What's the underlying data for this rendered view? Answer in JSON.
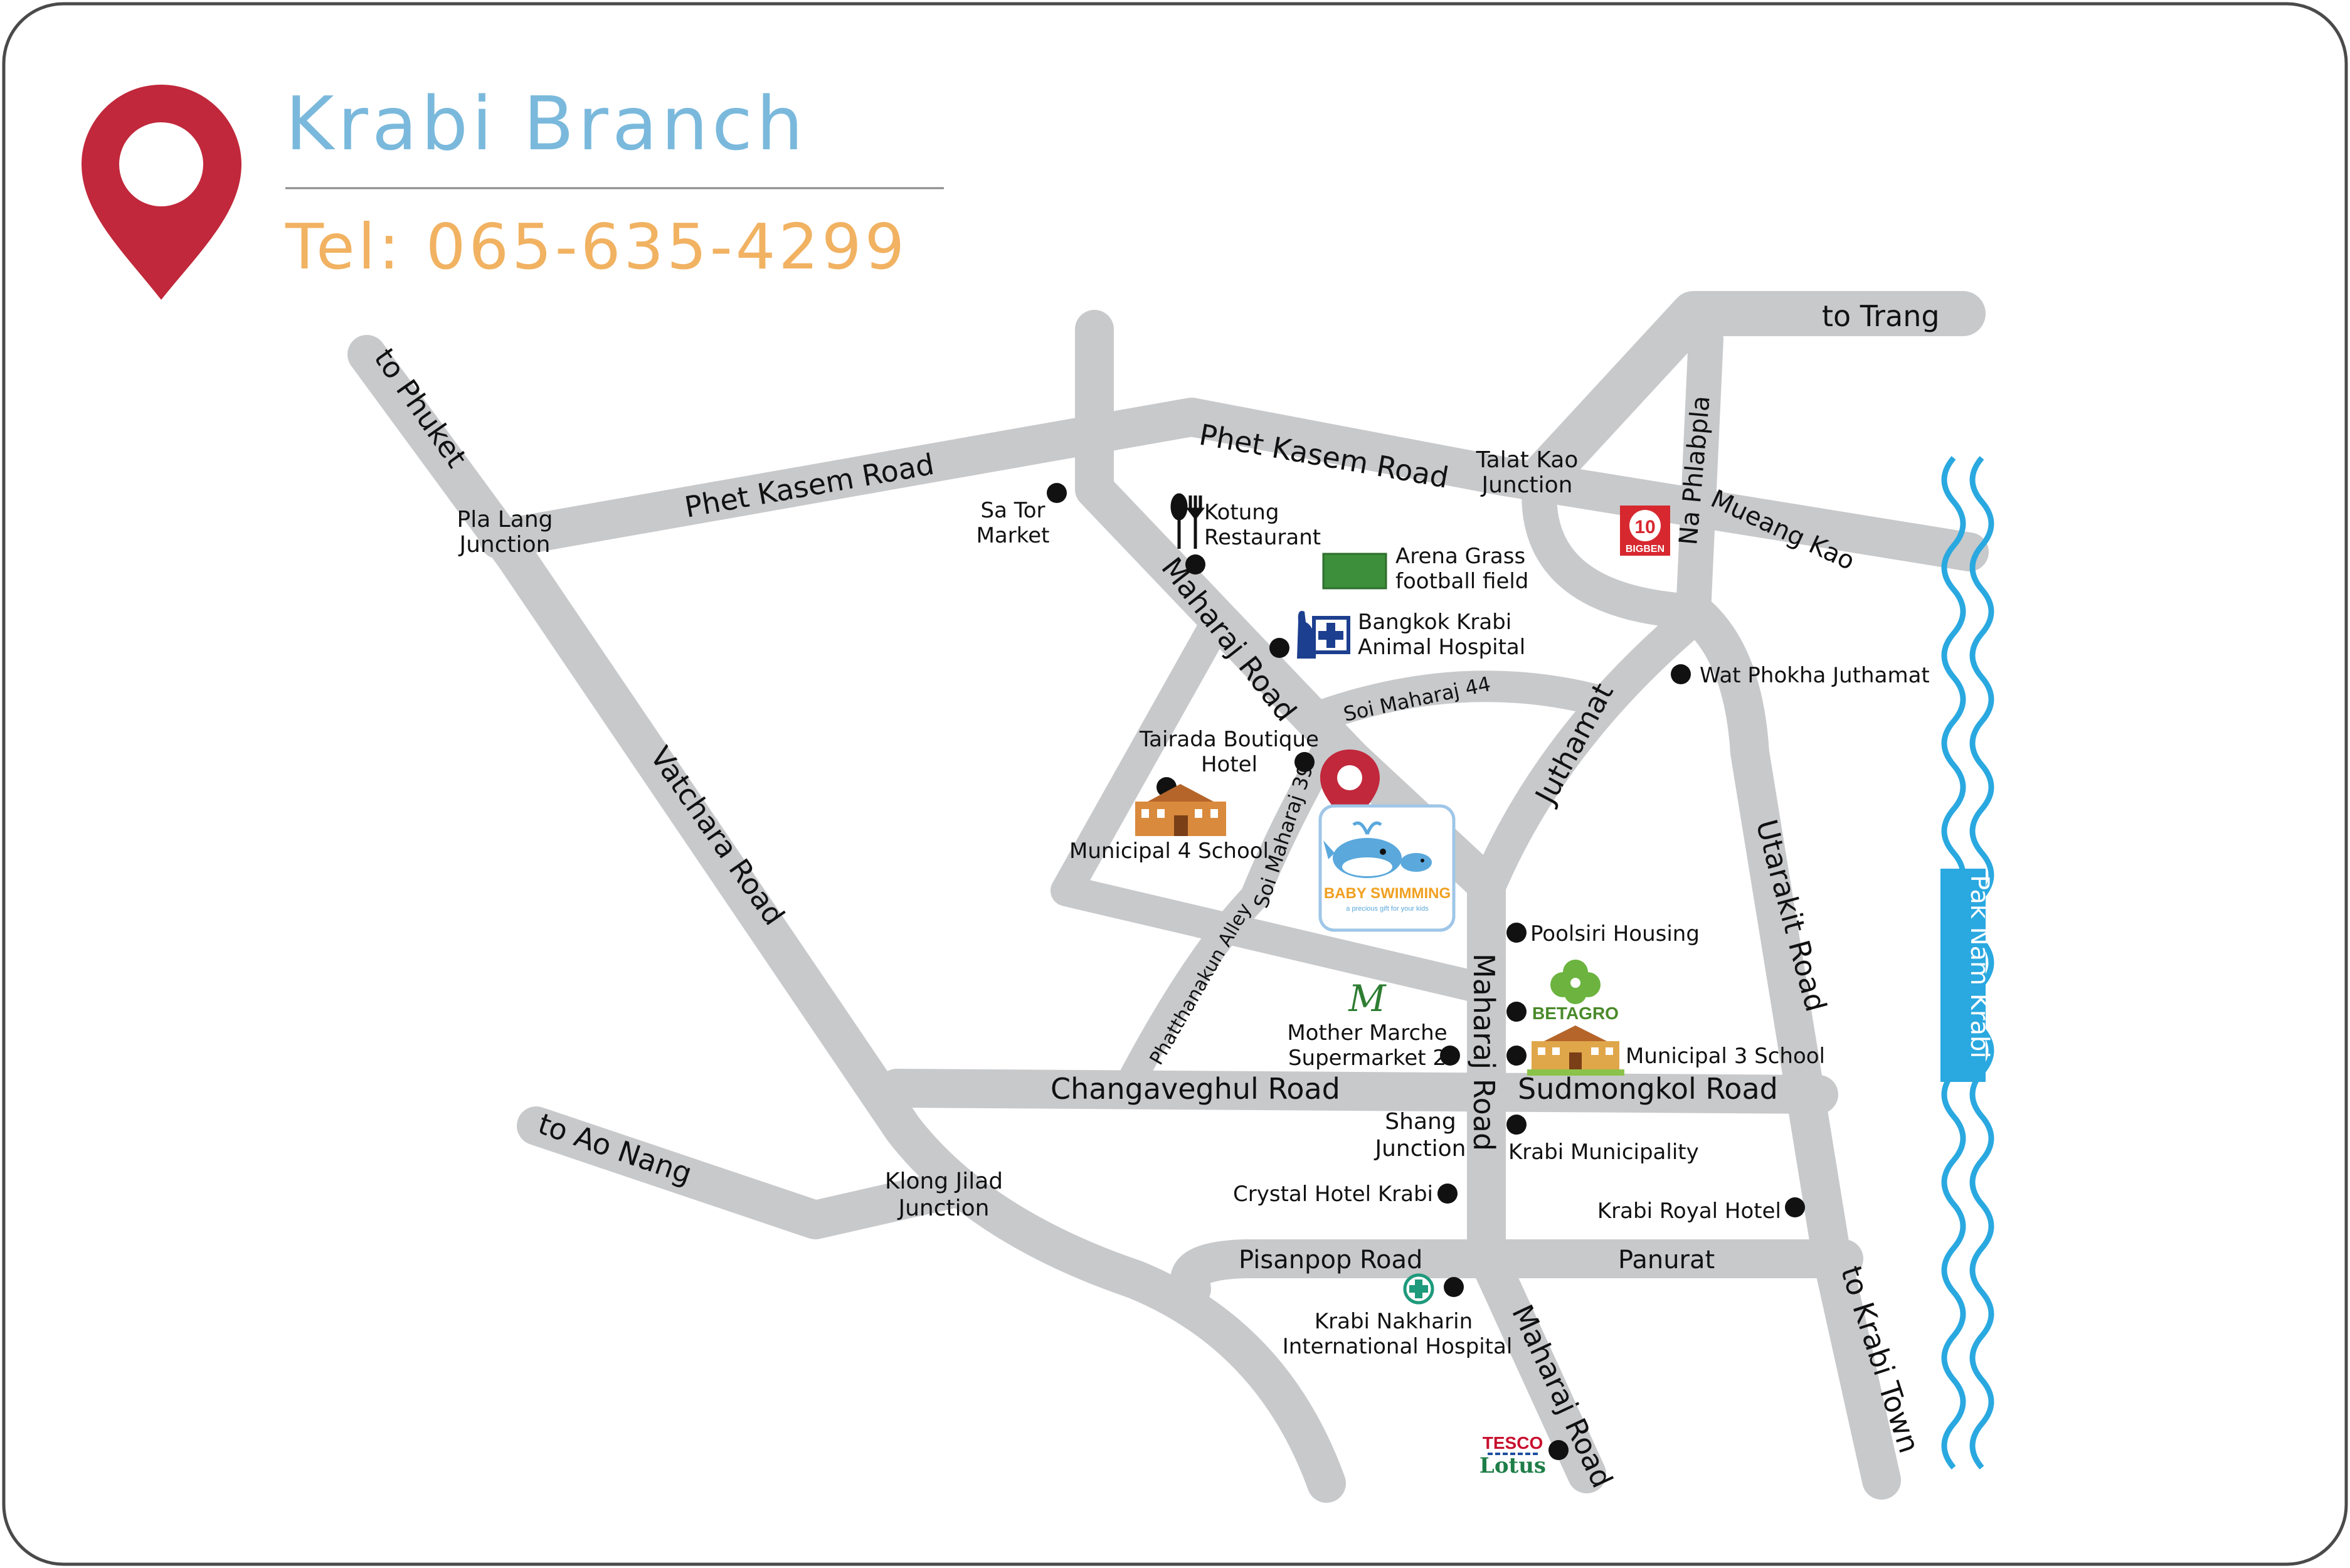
{
  "header": {
    "title": "Krabi Branch",
    "phone": "Tel: 065-635-4299",
    "title_color": "#7ab9dc",
    "phone_color": "#f1b262",
    "pin_color": "#c1283b"
  },
  "roads": {
    "phet_kasem_left": "Phet Kasem Road",
    "phet_kasem_right": "Phet Kasem Road",
    "vatchara": "Vatchara Road",
    "maharaj_north": "Maharaj Road",
    "maharaj_mid": "Maharaj Road",
    "maharaj_south": "Maharaj Road",
    "changaveghul": "Changaveghul Road",
    "sudmongkol": "Sudmongkol Road",
    "pisanpop": "Pisanpop Road",
    "panurat": "Panurat",
    "juthamat": "Juthamat",
    "utarakit": "Utarakit Road",
    "na_phlabpla": "Na Phlabpla",
    "mueang_kao": "Mueang Kao",
    "soi_maharaj_44": "Soi Maharaj 44",
    "soi_maharaj_39": "Soi Maharaj 39",
    "phatthanakun_alley": "Phatthanakun Alley",
    "to_phuket": "to Phuket",
    "to_trang": "to Trang",
    "to_ao_nang": "to Ao Nang",
    "to_krabi_town": "to Krabi Town"
  },
  "junctions": {
    "pla_lang": [
      "Pla Lang",
      "Junction"
    ],
    "talat_kao": [
      "Talat Kao",
      "Junction"
    ],
    "klong_jilad": [
      "Klong Jilad",
      "Junction"
    ],
    "shang": [
      "Shang",
      "Junction"
    ]
  },
  "places": {
    "sa_tor": [
      "Sa Tor",
      "Market"
    ],
    "kotung": [
      "Kotung",
      "Restaurant"
    ],
    "arena": [
      "Arena Grass",
      "football field"
    ],
    "bangkok_krabi": [
      "Bangkok Krabi",
      "Animal Hospital"
    ],
    "wat_phokha": "Wat Phokha Juthamat",
    "tairada": [
      "Tairada Boutique",
      "Hotel"
    ],
    "municipal_4": "Municipal 4 School",
    "poolsiri": "Poolsiri Housing",
    "mother_marche": [
      "Mother Marche",
      "Supermarket 2"
    ],
    "municipal_3": "Municipal 3 School",
    "krabi_municipality": "Krabi Municipality",
    "crystal": "Crystal Hotel Krabi",
    "krabi_royal": "Krabi Royal Hotel",
    "krabi_nakharin": [
      "Krabi Nakharin",
      "International Hospital"
    ]
  },
  "logos": {
    "bigben": "BIGBEN",
    "betagro": "BETAGRO",
    "tesco": "TESCO",
    "lotus": "Lotus",
    "baby_swimming": "BABY SWIMMING",
    "baby_tagline": "a precious gift for your kids",
    "mother_marche_mark": "M"
  },
  "river": {
    "label": "Pak Nam Krabi",
    "color": "#2aa8e0"
  },
  "icons": [
    "location-pin-icon",
    "fork-knife-icon",
    "pets-icon",
    "medical-cross-icon",
    "school-building-icon",
    "whale-icon"
  ],
  "colors": {
    "road": "#c8c9cb",
    "frame": "#4a4a4a",
    "divider": "#888888"
  }
}
